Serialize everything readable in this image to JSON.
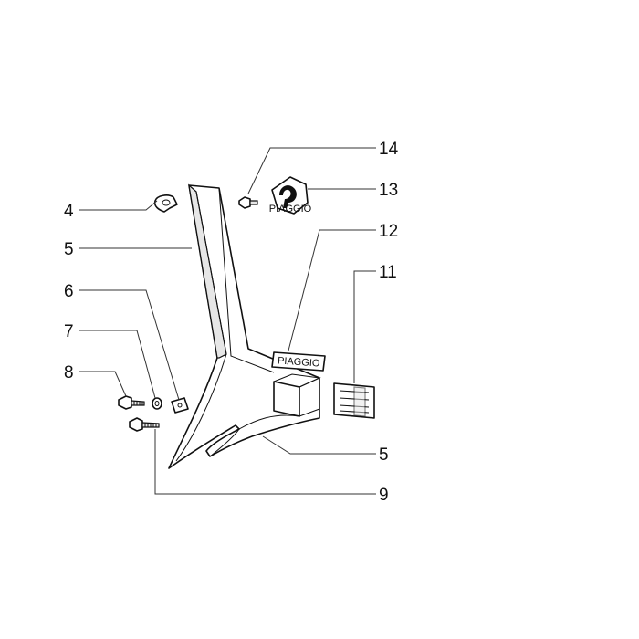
{
  "callouts": {
    "c14": "14",
    "c13": "13",
    "c12": "12",
    "c11": "11",
    "c4": "4",
    "c5_top": "5",
    "c6": "6",
    "c7": "7",
    "c8": "8",
    "c9": "9",
    "c5_bottom": "5"
  },
  "badges": {
    "piaggio_nameplate": "PIAGGIO",
    "emblem_small_text": "PIAGGIO"
  }
}
